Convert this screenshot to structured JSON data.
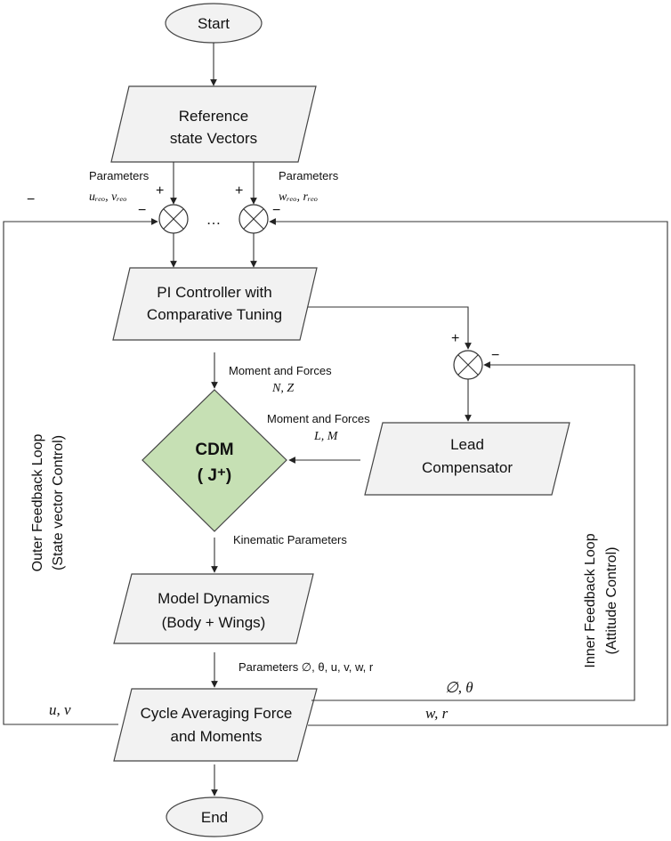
{
  "nodes": {
    "start": "Start",
    "end": "End",
    "reference_line1": "Reference",
    "reference_line2": "state Vectors",
    "pi_line1": "PI Controller with",
    "pi_line2": "Comparative Tuning",
    "cdm_line1": "CDM",
    "cdm_line2": "( J⁺)",
    "lead_line1": "Lead",
    "lead_line2": "Compensator",
    "model_line1": "Model Dynamics",
    "model_line2": "(Body + Wings)",
    "cycle_line1": "Cycle Averaging Force",
    "cycle_line2": "and Moments"
  },
  "labels": {
    "params_left": "Parameters",
    "params_left_vars": "uᵣₑₒ, vᵣₑₒ",
    "params_right": "Parameters",
    "params_right_vars": "wᵣₑₒ, rᵣₑₒ",
    "ellipsis": "…",
    "moment_forces_1": "Moment and Forces",
    "moment_forces_1_vars": "N, Z",
    "moment_forces_2": "Moment and Forces",
    "moment_forces_2_vars": "L, M",
    "kinematic": "Kinematic Parameters",
    "params_bottom": "Parameters ∅, θ, u, v, w, r",
    "phi_theta": "∅, θ",
    "w_r": "w, r",
    "u_v": "u, v",
    "outer_loop_line1": "Outer Feedback Loop",
    "outer_loop_line2": "(State vector Control)",
    "inner_loop_line1": "Inner Feedback Loop",
    "inner_loop_line2": "(Attitude Control)"
  },
  "signs": {
    "plus": "+",
    "minus": "−"
  },
  "colors": {
    "box_fill": "#f2f2f2",
    "cdm_fill": "#c6e0b4",
    "stroke": "#444444"
  }
}
